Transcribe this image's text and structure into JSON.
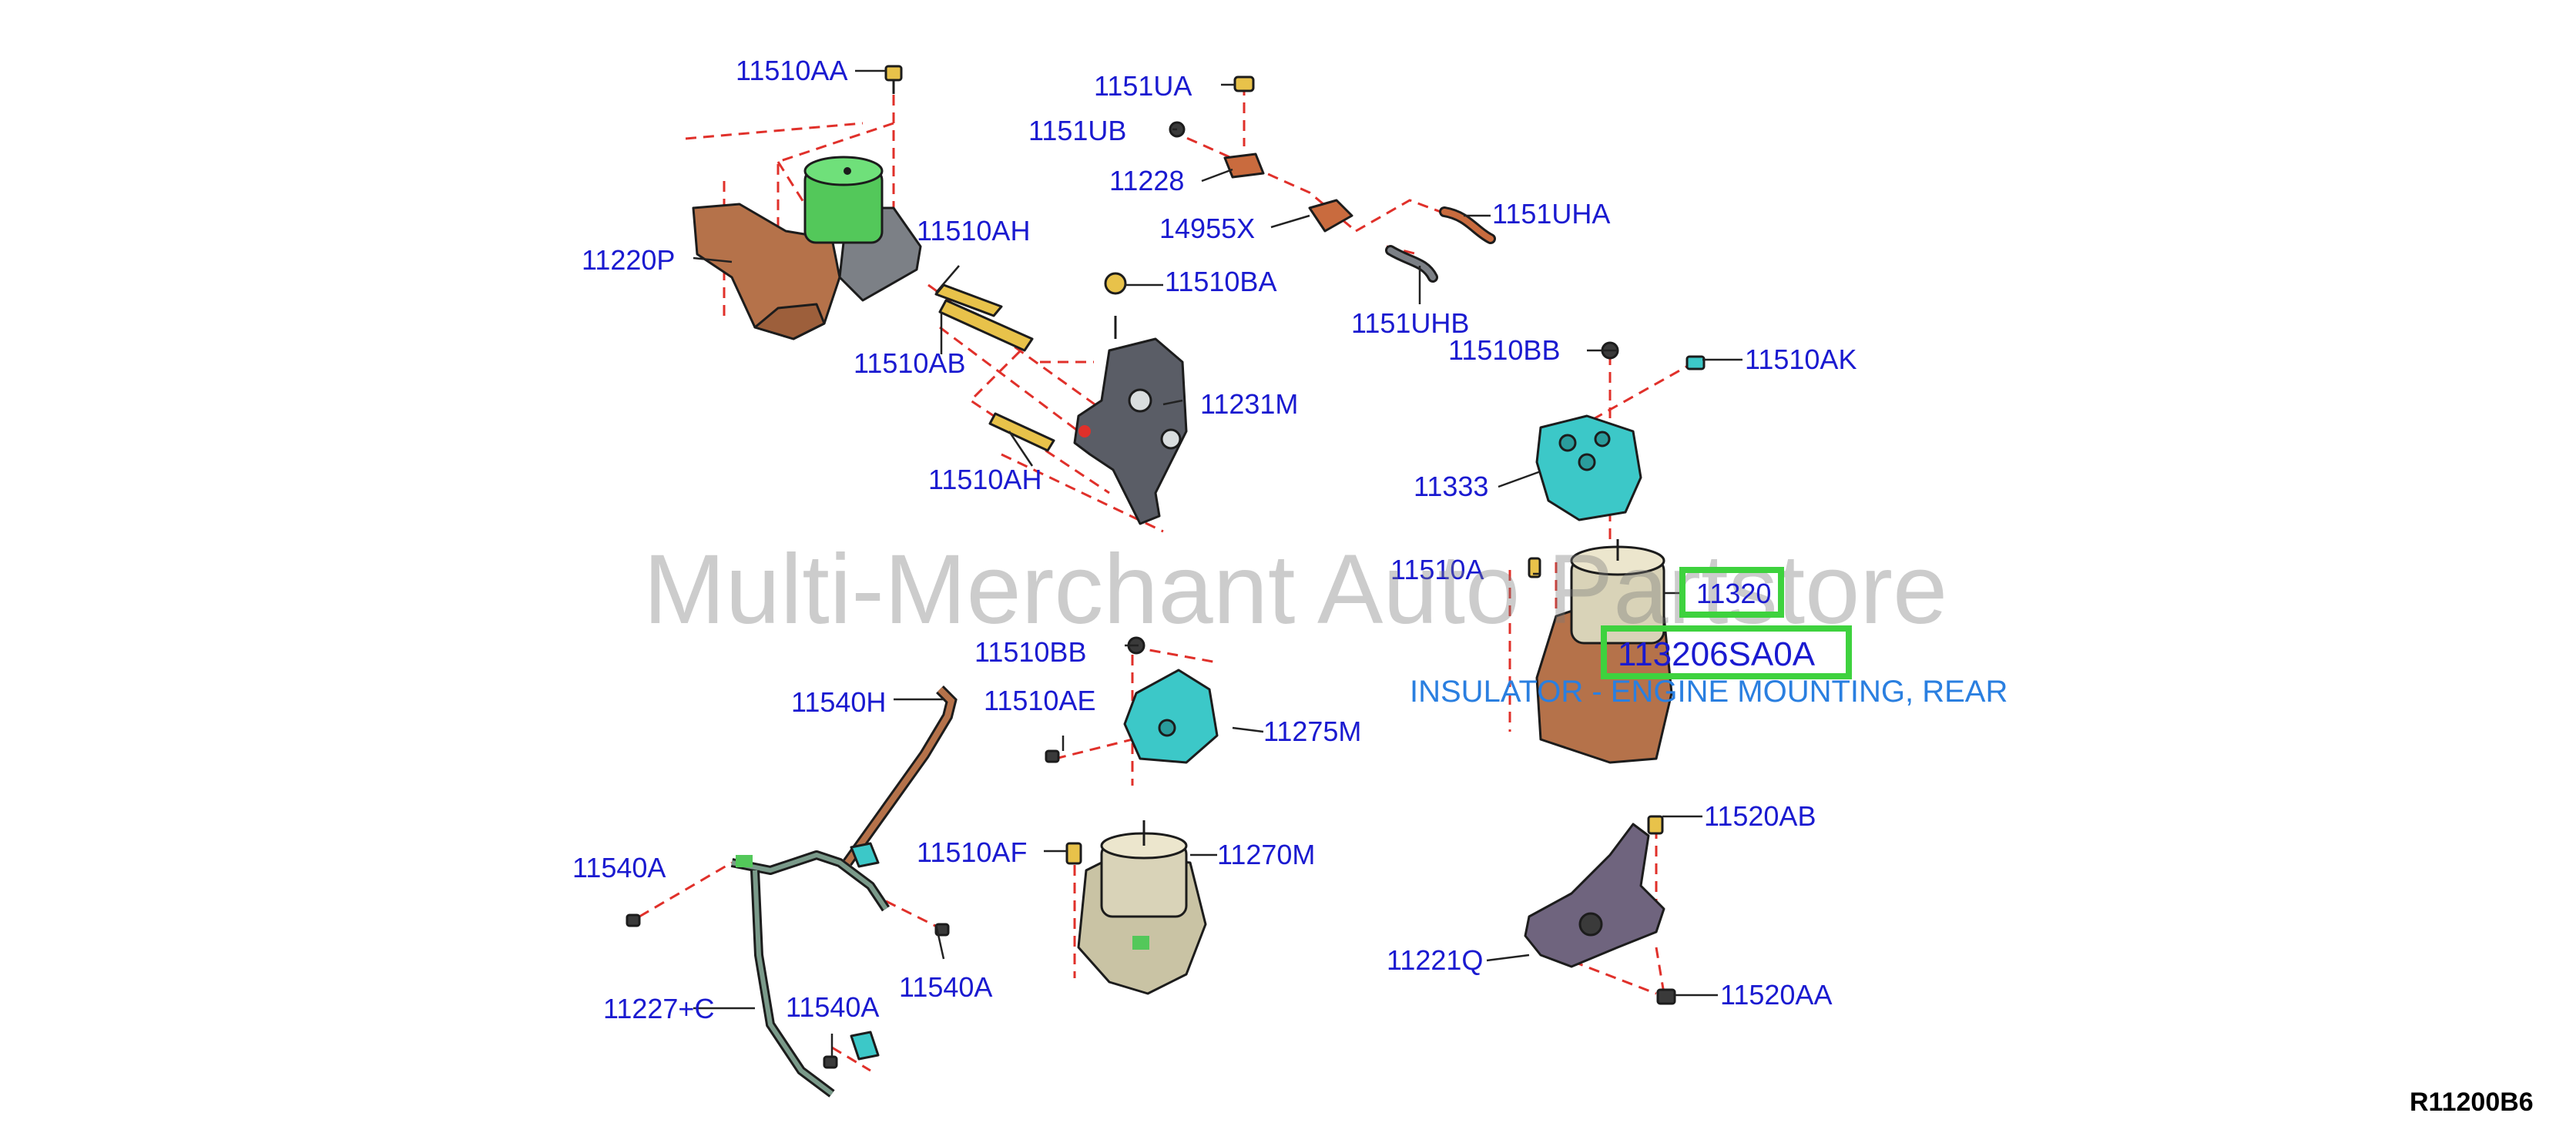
{
  "colors": {
    "label": "#1a1ad0",
    "dash": "#e0302a",
    "highlight": "#3ed23e",
    "description": "#2a7fe0",
    "green_part": "#53c85a",
    "cyan_part": "#3cc8c8",
    "copper_part": "#b5724a",
    "gray_part": "#5a5d66",
    "purple_part": "#6f647e",
    "cream_part": "#d9d3b8",
    "bolt": "#e8c24a"
  },
  "watermark": "Multi-Merchant Auto Partstore",
  "selected_part": {
    "number": "11320",
    "code": "113206SA0A",
    "description": "INSULATOR - ENGINE MOUNTING, REAR"
  },
  "diagram_ref": "R11200B6",
  "labels": {
    "p11510AA": "11510AA",
    "p1151UA": "1151UA",
    "p1151UB": "1151UB",
    "p11228": "11228",
    "p14955X": "14955X",
    "p1151UHA": "1151UHA",
    "p1151UHB": "1151UHB",
    "p11220P": "11220P",
    "p11510AH_a": "11510AH",
    "p11510AB": "11510AB",
    "p11510BA": "11510BA",
    "p11231M": "11231M",
    "p11510AH_b": "11510AH",
    "p11510BB_a": "11510BB",
    "p11510AK": "11510AK",
    "p11333": "11333",
    "p11510A": "11510A",
    "p11510BB_b": "11510BB",
    "p11540H": "11540H",
    "p11510AE": "11510AE",
    "p11275M": "11275M",
    "p11540A_a": "11540A",
    "p11510AF": "11510AF",
    "p11270M": "11270M",
    "p11540A_b": "11540A",
    "p11227C": "11227+C",
    "p11540A_c": "11540A",
    "p11520AB": "11520AB",
    "p11221Q": "11221Q",
    "p11520AA": "11520AA"
  }
}
